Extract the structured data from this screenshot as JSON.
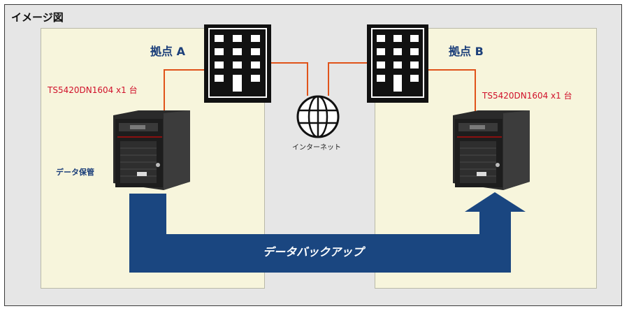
{
  "title": "イメージ図",
  "site_a": {
    "label": "拠点 A",
    "model": "TS5420DN1604 x1 台",
    "storage_label": "データ保管"
  },
  "site_b": {
    "label": "拠点 B",
    "model": "TS5420DN1604 x1 台"
  },
  "internet_label": "インターネット",
  "backup_label": "データバックアップ",
  "colors": {
    "frame_bg": "#e6e6e6",
    "site_bg": "#f7f5dc",
    "link_line": "#e0531a",
    "site_text": "#1c3f7a",
    "model_text": "#d0102a",
    "arrow": "#1a4680"
  },
  "icons": [
    "building-icon",
    "globe-icon",
    "nas-device-icon"
  ]
}
